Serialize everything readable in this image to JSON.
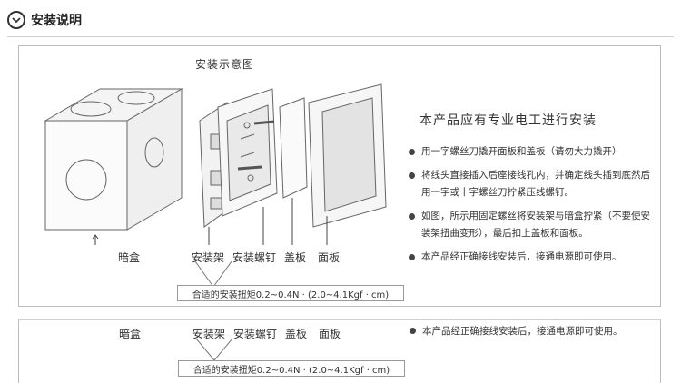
{
  "header": {
    "title": "安装说明",
    "icon": "chevron-down-icon"
  },
  "diagram": {
    "title": "安装示意图",
    "labels": {
      "box": "暗盒",
      "mount": "安装架",
      "screw": "安装螺钉",
      "cover": "盖板",
      "panel": "面板"
    },
    "torque": "合适的安装扭矩0.2~0.4N · (2.0~4.1Kgf · cm)"
  },
  "notice": "本产品应有专业电工进行安装",
  "steps": [
    "用一字螺丝刀撬开面板和盖板（请勿大力撬开）",
    "将线头直接插入后座接线孔内，并确定线头插到底然后用一字或十字螺丝刀拧紧压线螺钉。",
    "如图，所示用固定螺丝将安装架与暗盒拧紧（不要使安装架扭曲变形），最后扣上盖板和面板。",
    "本产品经正确接线安装后，接通电源即可使用。"
  ]
}
